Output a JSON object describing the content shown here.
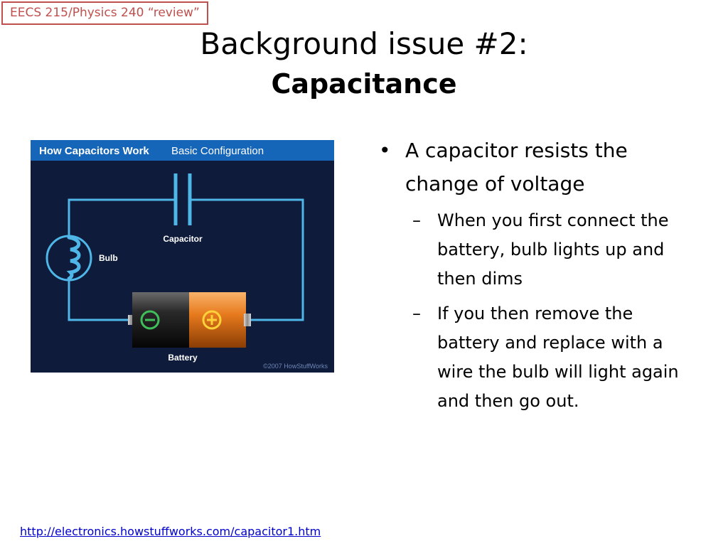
{
  "course_tag": "EECS 215/Physics 240 “review”",
  "title": {
    "line1": "Background issue #2:",
    "line2": "Capacitance"
  },
  "figure": {
    "header_bold": "How Capacitors Work",
    "header_sub": "Basic Configuration",
    "capacitor_label": "Capacitor",
    "bulb_label": "Bulb",
    "battery_label": "Battery",
    "copyright": "©2007 HowStuffWorks",
    "colors": {
      "header": "#1565b8",
      "panel": "#0e1b3a",
      "wire": "#4fb6e8",
      "battery_negative": "#1a1a1a",
      "battery_positive": "#e77a1d"
    }
  },
  "bullets": [
    {
      "text": "A capacitor resists the change of voltage",
      "sub": [
        "When you first connect the battery, bulb lights up and then dims",
        "If you then remove the battery and replace with a wire the bulb will light again and then go out."
      ]
    }
  ],
  "footer_link": "http://electronics.howstuffworks.com/capacitor1.htm"
}
